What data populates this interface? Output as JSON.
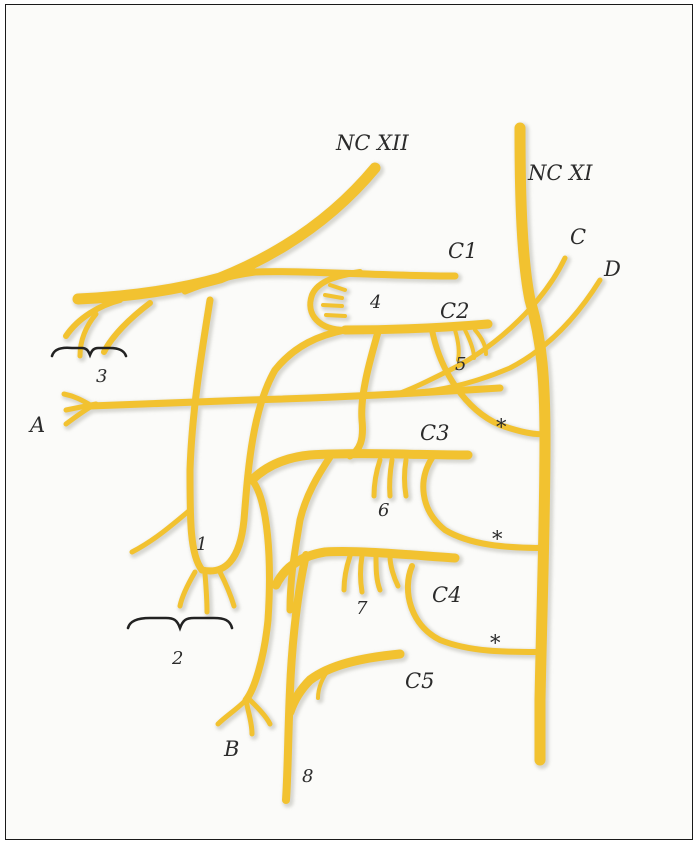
{
  "labels": {
    "nc_xii": "NC XII",
    "nc_xi": "NC XI",
    "c1": "C1",
    "c2": "C2",
    "c3": "C3",
    "c4": "C4",
    "c5": "C5",
    "a": "A",
    "b": "B",
    "c": "C",
    "d": "D",
    "n1": "1",
    "n2": "2",
    "n3": "3",
    "n4": "4",
    "n5": "5",
    "n6": "6",
    "n7": "7",
    "n8": "8",
    "star": "*"
  },
  "colors": {
    "nerve": "#f2c230",
    "nerve_shadow": "#b8b8b0",
    "nerve_edge": "#e3a91e",
    "ink": "#2b2b2b",
    "frame": "#1a1a1a",
    "paper": "#fbfbf9"
  }
}
